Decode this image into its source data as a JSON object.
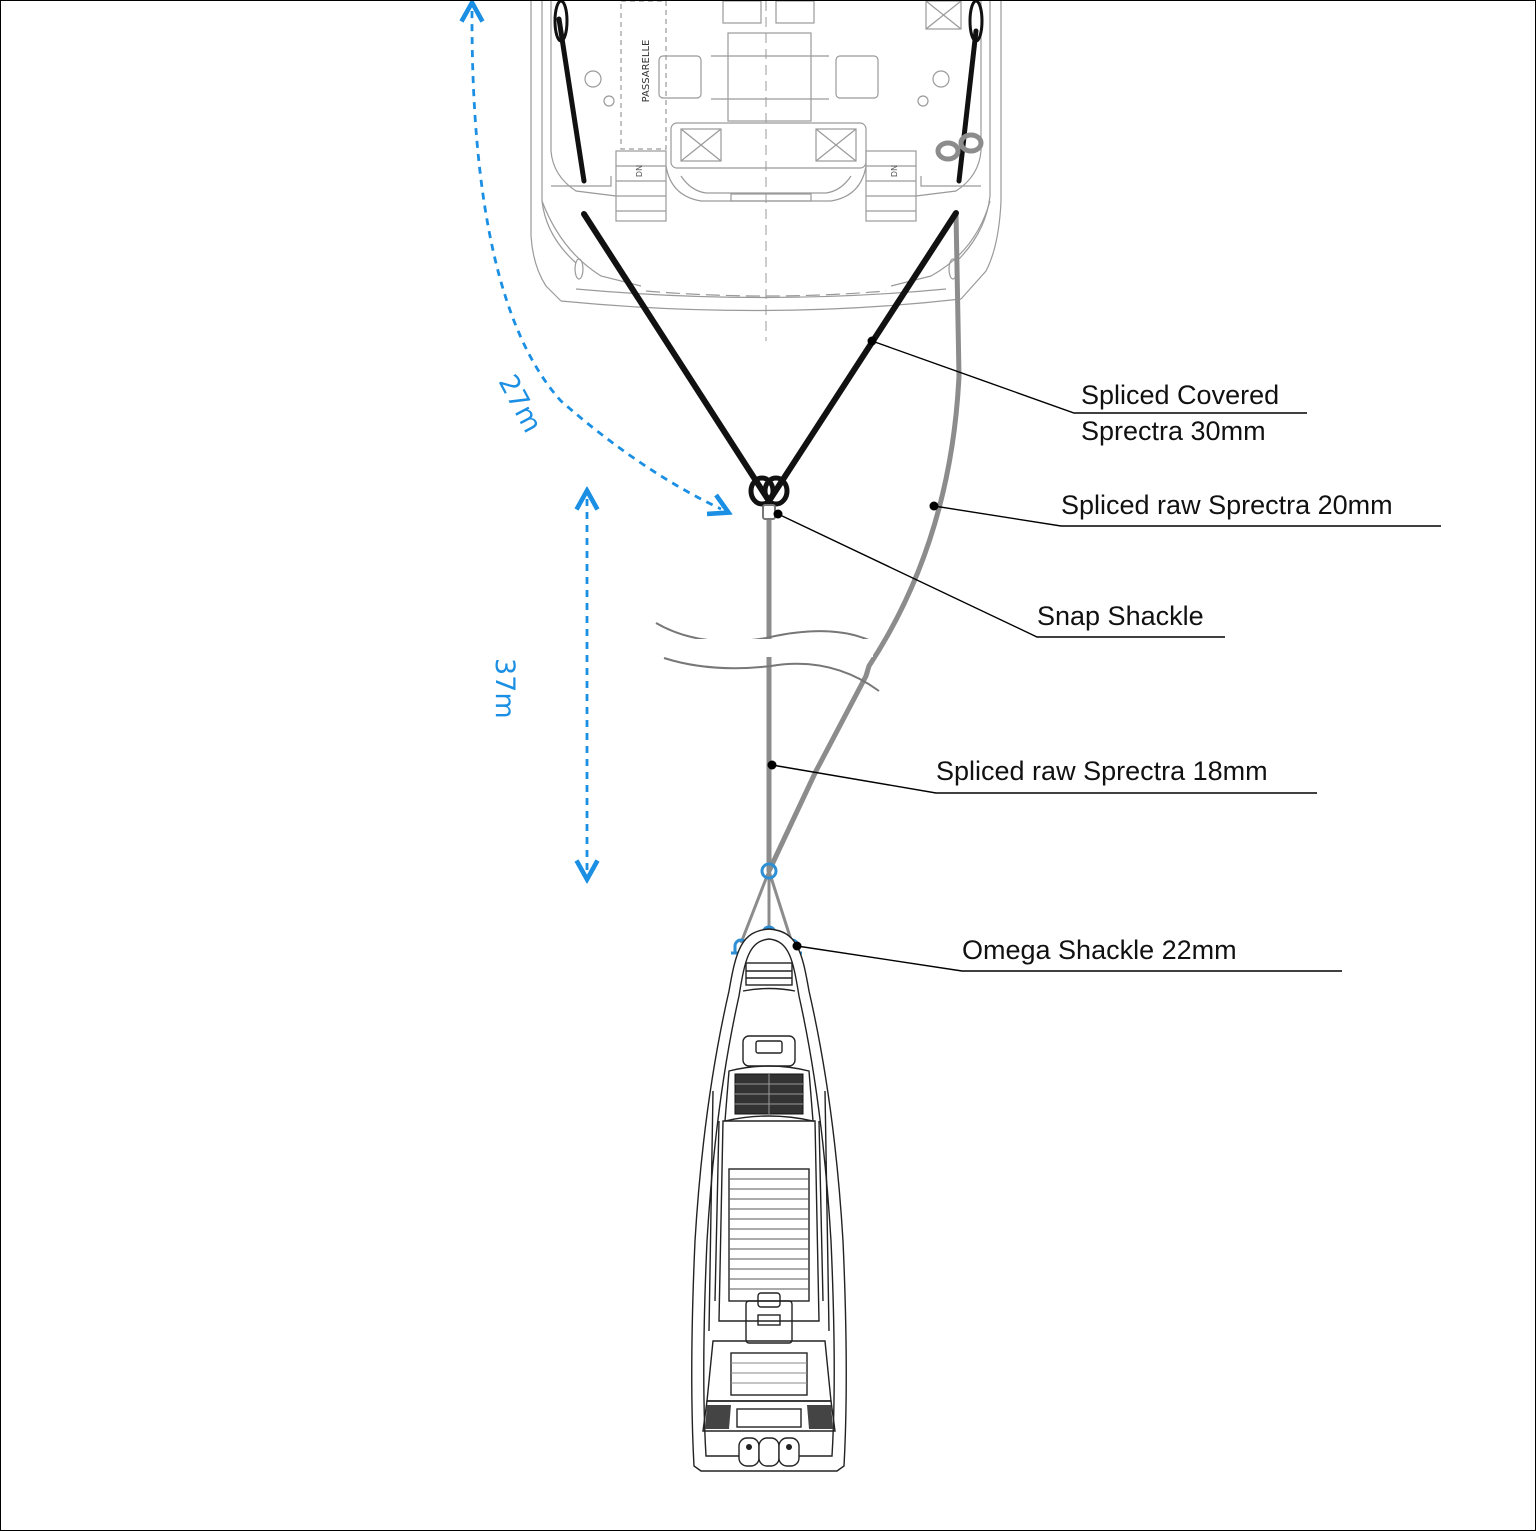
{
  "colors": {
    "dimension": "#1a8fe3",
    "bridle_rope": "#111111",
    "raw_rope": "#8c8c8c",
    "shackle": "#2e8fd4",
    "leader": "#000000"
  },
  "mothership": {
    "passerelle_label": "PASSARELLE",
    "dn_label": "DN"
  },
  "dimensions": {
    "bridle_length": "27m",
    "towline_length": "37m"
  },
  "callouts": {
    "covered_line1": "Spliced Covered",
    "covered_line2": "Sprectra 30mm",
    "raw20": "Spliced raw Sprectra 20mm",
    "snap": "Snap Shackle",
    "raw18": "Spliced raw Sprectra 18mm",
    "omega": "Omega Shackle 22mm"
  }
}
